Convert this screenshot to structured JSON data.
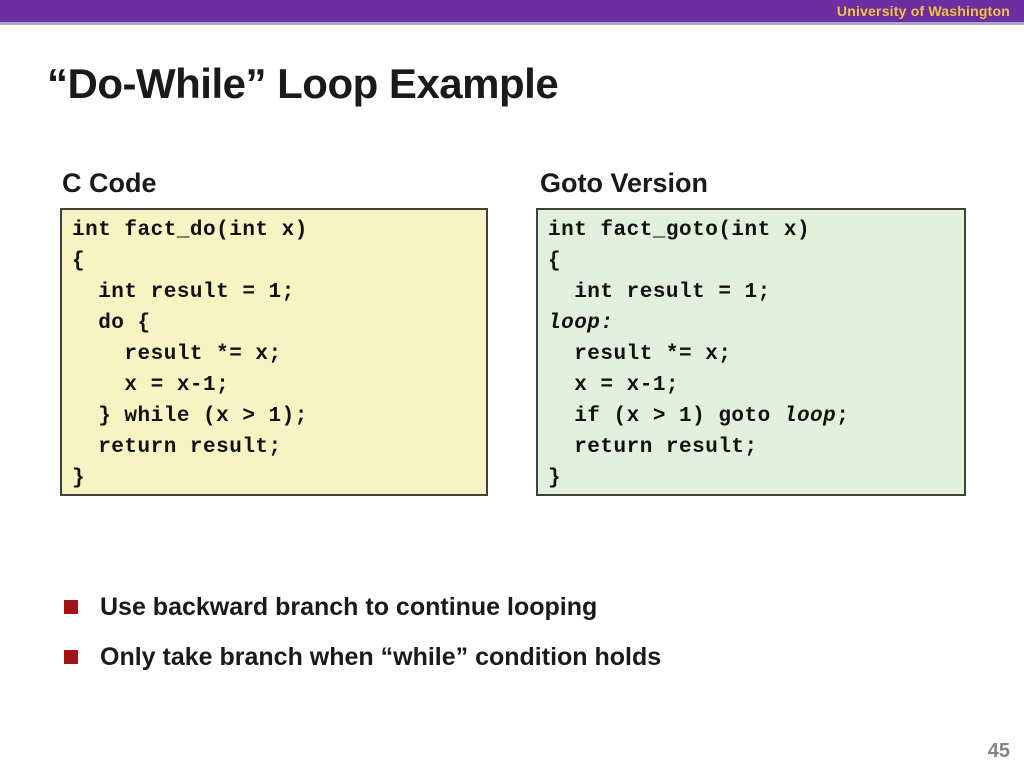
{
  "slide": {
    "header": {
      "institution": "University of Washington",
      "bar_color": "#6C2EA0",
      "accent_line_color": "#B3A2CF",
      "text_color": "#F2C43F"
    },
    "title": "“Do-While” Loop Example",
    "code_panels": [
      {
        "id": "c-code",
        "label": "C Code",
        "bg": "#F7F3C3",
        "border_color": "#404040",
        "lines": [
          [
            {
              "text": "int fact_do(int x)"
            }
          ],
          [
            {
              "text": "{"
            }
          ],
          [
            {
              "text": "  int result = 1;"
            }
          ],
          [
            {
              "text": "  do {"
            }
          ],
          [
            {
              "text": "    result *= x;"
            }
          ],
          [
            {
              "text": "    x = x-1;"
            }
          ],
          [
            {
              "text": "  } while (x > 1);"
            }
          ],
          [
            {
              "text": "  return result;"
            }
          ],
          [
            {
              "text": "}"
            }
          ]
        ]
      },
      {
        "id": "goto-version",
        "label": "Goto Version",
        "bg": "#E2F0DB",
        "border_color": "#404040",
        "lines": [
          [
            {
              "text": "int fact_goto(int x)"
            }
          ],
          [
            {
              "text": "{"
            }
          ],
          [
            {
              "text": "  int result = 1;"
            }
          ],
          [
            {
              "text": "loop:",
              "italic": true
            }
          ],
          [
            {
              "text": "  result *= x;"
            }
          ],
          [
            {
              "text": "  x = x-1;"
            }
          ],
          [
            {
              "text": "  if (x > 1) goto "
            },
            {
              "text": "loop",
              "italic": true
            },
            {
              "text": ";"
            }
          ],
          [
            {
              "text": "  return result;"
            }
          ],
          [
            {
              "text": "}"
            }
          ]
        ]
      }
    ],
    "bullets": {
      "marker_color": "#A21414",
      "items": [
        "Use backward branch to continue looping",
        "Only take branch when “while” condition holds"
      ]
    },
    "page_number": "45"
  }
}
